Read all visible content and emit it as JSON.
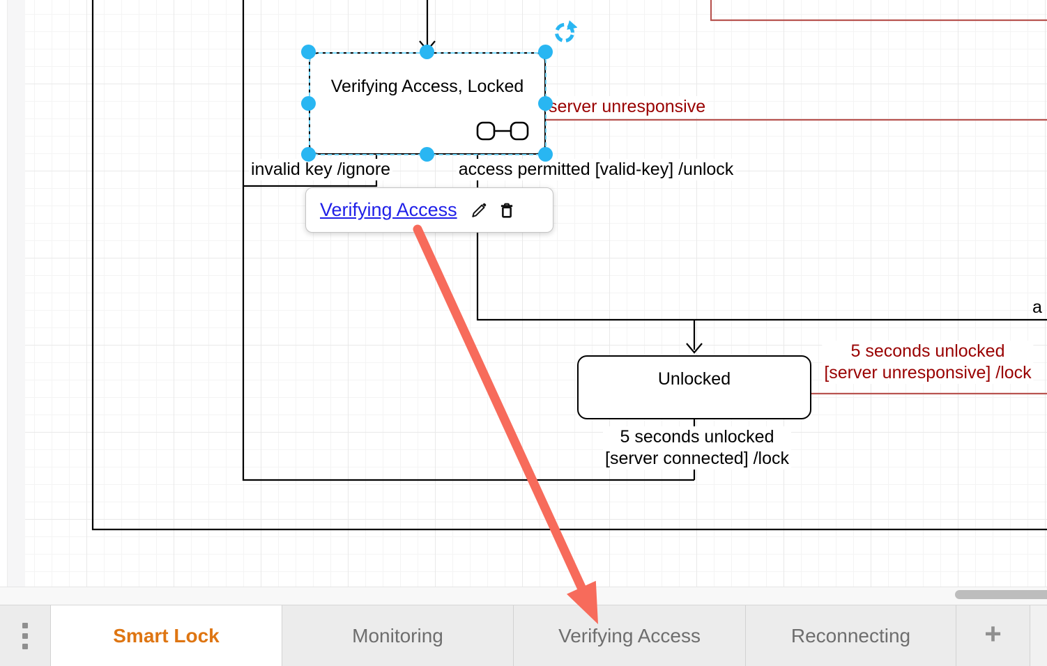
{
  "diagram": {
    "states": {
      "verifying": {
        "label": "Verifying Access, Locked",
        "selected": true,
        "has_link_icon": true
      },
      "unlocked": {
        "label": "Unlocked"
      }
    },
    "edge_labels": {
      "invalid_key": "invalid key /ignore",
      "access_permitted": "access permitted [valid-key] /unlock",
      "server_unresponsive": "server unresponsive",
      "timeout_unresponsive_line1": "5 seconds unlocked",
      "timeout_unresponsive_line2": "[server unresponsive] /lock",
      "timeout_connected_line1": "5 seconds unlocked",
      "timeout_connected_line2": "[server connected] /lock",
      "partial_label_right_edge": "a"
    }
  },
  "popup": {
    "link_label": "Verifying Access",
    "edit_icon": "pencil",
    "delete_icon": "trash"
  },
  "tabs": [
    {
      "label": "Smart Lock",
      "active": true
    },
    {
      "label": "Monitoring",
      "active": false
    },
    {
      "label": "Verifying Access",
      "active": false
    },
    {
      "label": "Reconnecting",
      "active": false
    }
  ],
  "tab_bar": {
    "add_page_label": "+",
    "overflow_menu_icon": "vertical-dots"
  },
  "icons": {
    "rotate-icon": "circular-arrow",
    "state-link-icon": "two-linked-nodes",
    "edit-pencil-icon": "pencil",
    "delete-trash-icon": "trash-can",
    "overflow-menu-icon": "vertical-dots",
    "add-page-icon": "plus"
  },
  "colors": {
    "selection_handle_blue": "#29B6F2",
    "selection_dash_blue": "#74D7FB",
    "hyperlink_blue": "#1F1FE8",
    "edge_label_red": "#990000",
    "edge_line_red": "#B85450",
    "annotation_arrow_red": "#F76B5B",
    "active_tab_orange": "#DE7512",
    "inactive_tab_gray": "#6E6E6E",
    "diagram_stroke": "#000000"
  }
}
